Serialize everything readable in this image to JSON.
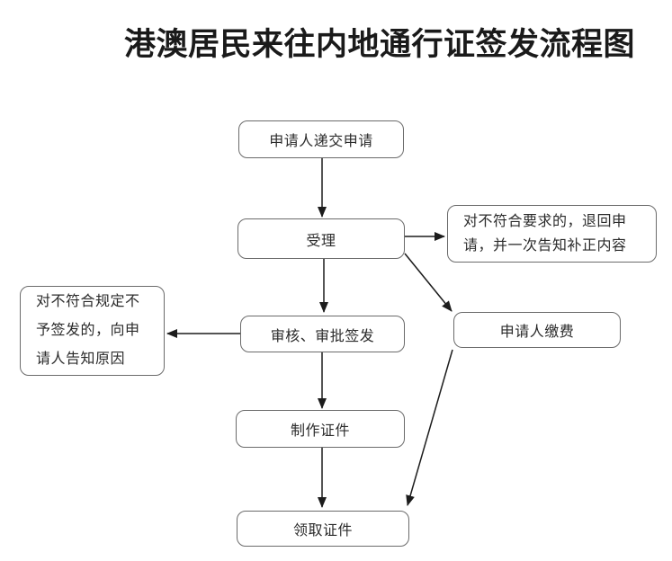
{
  "title": "港澳居民来往内地通行证签发流程图",
  "flowchart": {
    "nodes": {
      "submit_application": {
        "label": "申请人递交申请"
      },
      "acceptance": {
        "label": "受理"
      },
      "return_application": {
        "label": "对不符合要求的，退回申请，并一次告知补正内容",
        "lines": [
          "对不符合要求的，退回申",
          "请，并一次告知补正内容"
        ]
      },
      "applicant_payment": {
        "label": "申请人缴费"
      },
      "review_approval": {
        "label": "审核、审批签发"
      },
      "refusal_notice": {
        "label": "对不符合规定不予签发的，向申请人告知原因",
        "lines": [
          "对不符合规定不",
          "予签发的，向申",
          "请人告知原因"
        ]
      },
      "produce_document": {
        "label": "制作证件"
      },
      "collect_document": {
        "label": "领取证件"
      }
    },
    "colors": {
      "background": "#ffffff",
      "box_border": "#6b6b6b",
      "text": "#2b2b2b",
      "arrow": "#1c1c1c"
    }
  }
}
